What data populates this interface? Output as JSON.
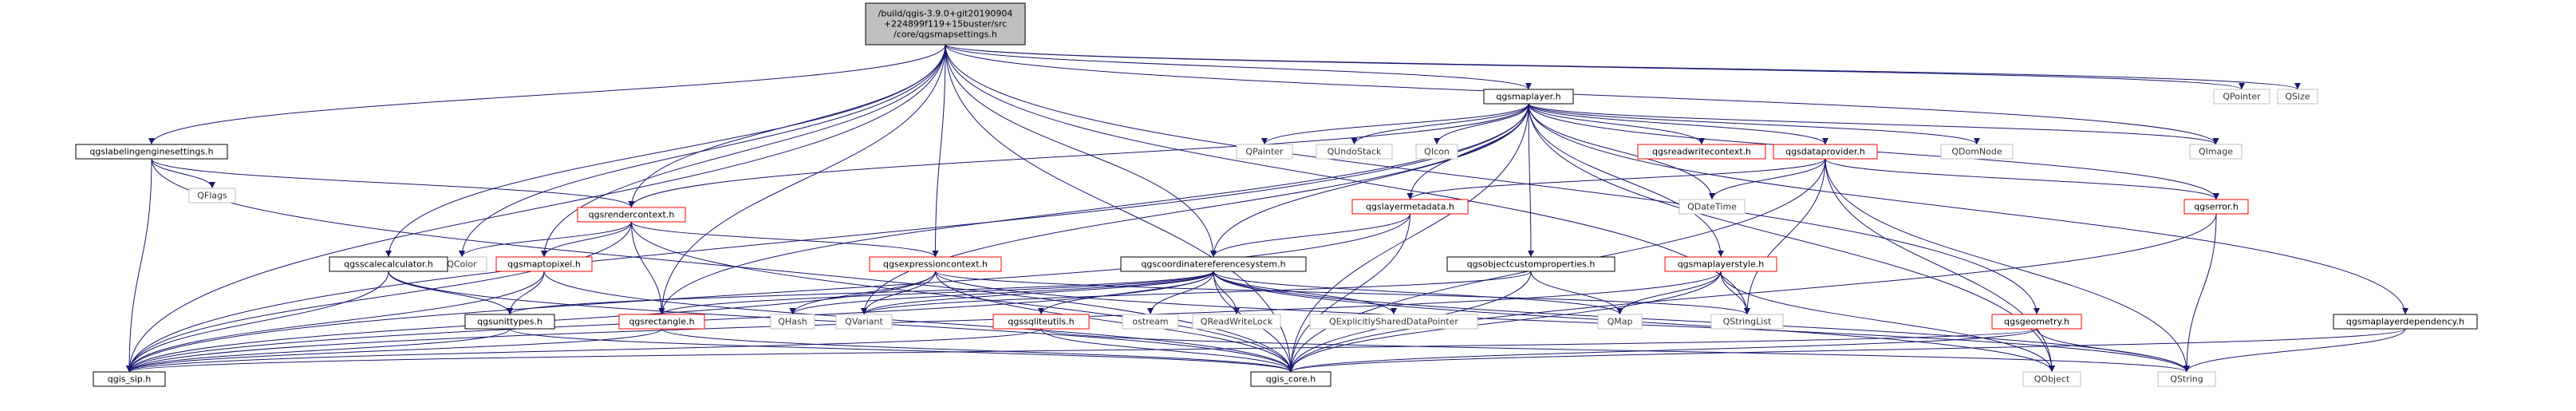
{
  "colors": {
    "edge": "#191970",
    "root_fill": "#bfbfbf",
    "root_stroke": "#000000",
    "node_fill": "#ffffff",
    "documented_stroke": "#000000",
    "truncated_stroke": "#ff0000",
    "external_stroke": "#bfbfbf",
    "external_text": "#333333",
    "text": "#000000"
  },
  "nodes": [
    {
      "id": "root",
      "kind": "root",
      "lines": [
        "/build/qgis-3.9.0+git20190904",
        "+224899f119+15buster/src",
        "/core/qgsmapsettings.h"
      ]
    },
    {
      "id": "qgsmaplayer",
      "kind": "documented",
      "lines": [
        "qgsmaplayer.h"
      ]
    },
    {
      "id": "qpointer",
      "kind": "external",
      "lines": [
        "QPointer"
      ]
    },
    {
      "id": "qsize",
      "kind": "external",
      "lines": [
        "QSize"
      ]
    },
    {
      "id": "qgslabelingenginesettings",
      "kind": "documented",
      "lines": [
        "qgslabelingenginesettings.h"
      ]
    },
    {
      "id": "qflags",
      "kind": "external",
      "lines": [
        "QFlags"
      ]
    },
    {
      "id": "qgsrendercontext",
      "kind": "truncated",
      "lines": [
        "qgsrendercontext.h"
      ]
    },
    {
      "id": "qpainter",
      "kind": "external",
      "lines": [
        "QPainter"
      ]
    },
    {
      "id": "qundostack",
      "kind": "external",
      "lines": [
        "QUndoStack"
      ]
    },
    {
      "id": "qicon",
      "kind": "external",
      "lines": [
        "QIcon"
      ]
    },
    {
      "id": "qgsreadwritecontext",
      "kind": "truncated",
      "lines": [
        "qgsreadwritecontext.h"
      ]
    },
    {
      "id": "qgsdataprovider",
      "kind": "truncated",
      "lines": [
        "qgsdataprovider.h"
      ]
    },
    {
      "id": "qdomnode",
      "kind": "external",
      "lines": [
        "QDomNode"
      ]
    },
    {
      "id": "qimage",
      "kind": "external",
      "lines": [
        "QImage"
      ]
    },
    {
      "id": "qgslayermetadata",
      "kind": "truncated",
      "lines": [
        "qgslayermetadata.h"
      ]
    },
    {
      "id": "qdatetime",
      "kind": "external",
      "lines": [
        "QDateTime"
      ]
    },
    {
      "id": "qgserror",
      "kind": "truncated",
      "lines": [
        "qgserror.h"
      ]
    },
    {
      "id": "qcolor",
      "kind": "external",
      "lines": [
        "QColor"
      ]
    },
    {
      "id": "qgsscalecalculator",
      "kind": "documented",
      "lines": [
        "qgsscalecalculator.h"
      ]
    },
    {
      "id": "qgsmaptopixel",
      "kind": "truncated",
      "lines": [
        "qgsmaptopixel.h"
      ]
    },
    {
      "id": "qgsexpressioncontext",
      "kind": "truncated",
      "lines": [
        "qgsexpressioncontext.h"
      ]
    },
    {
      "id": "qgscoordinatereferencesystem",
      "kind": "documented",
      "lines": [
        "qgscoordinatereferencesystem.h"
      ]
    },
    {
      "id": "qgsobjectcustomproperties",
      "kind": "documented",
      "lines": [
        "qgsobjectcustomproperties.h"
      ]
    },
    {
      "id": "qgsmaplayerstyle",
      "kind": "truncated",
      "lines": [
        "qgsmaplayerstyle.h"
      ]
    },
    {
      "id": "qgsunittypes",
      "kind": "documented",
      "lines": [
        "qgsunittypes.h"
      ]
    },
    {
      "id": "qgsrectangle",
      "kind": "truncated",
      "lines": [
        "qgsrectangle.h"
      ]
    },
    {
      "id": "qhash",
      "kind": "external",
      "lines": [
        "QHash"
      ]
    },
    {
      "id": "qvariant",
      "kind": "external",
      "lines": [
        "QVariant"
      ]
    },
    {
      "id": "qgssqliteutils",
      "kind": "truncated",
      "lines": [
        "qgssqliteutils.h"
      ]
    },
    {
      "id": "ostream",
      "kind": "external",
      "lines": [
        "ostream"
      ]
    },
    {
      "id": "qreadwritelock",
      "kind": "external",
      "lines": [
        "QReadWriteLock"
      ]
    },
    {
      "id": "qexplicitlyshareddatapointer",
      "kind": "external",
      "lines": [
        "QExplicitlySharedDataPointer"
      ]
    },
    {
      "id": "qmap",
      "kind": "external",
      "lines": [
        "QMap"
      ]
    },
    {
      "id": "qstringlist",
      "kind": "external",
      "lines": [
        "QStringList"
      ]
    },
    {
      "id": "qgsgeometry",
      "kind": "truncated",
      "lines": [
        "qgsgeometry.h"
      ]
    },
    {
      "id": "qgsmaplayerdependency",
      "kind": "documented",
      "lines": [
        "qgsmaplayerdependency.h"
      ]
    },
    {
      "id": "qgis_sip",
      "kind": "documented",
      "lines": [
        "qgis_sip.h"
      ]
    },
    {
      "id": "qgis_core",
      "kind": "documented",
      "lines": [
        "qgis_core.h"
      ]
    },
    {
      "id": "qobject",
      "kind": "external",
      "lines": [
        "QObject"
      ]
    },
    {
      "id": "qstring",
      "kind": "external",
      "lines": [
        "QString"
      ]
    }
  ],
  "edges": [
    [
      "root",
      "qgsmaplayer"
    ],
    [
      "root",
      "qpointer"
    ],
    [
      "root",
      "qsize"
    ],
    [
      "root",
      "qgslabelingenginesettings"
    ],
    [
      "root",
      "qgsrendercontext"
    ],
    [
      "root",
      "qcolor"
    ],
    [
      "root",
      "qgsscalecalculator"
    ],
    [
      "root",
      "qgsmaptopixel"
    ],
    [
      "root",
      "qgsexpressioncontext"
    ],
    [
      "root",
      "qgscoordinatereferencesystem"
    ],
    [
      "root",
      "qgsrectangle"
    ],
    [
      "root",
      "qgis_sip"
    ],
    [
      "root",
      "qgis_core"
    ],
    [
      "root",
      "qimage"
    ],
    [
      "root",
      "qgsgeometry"
    ],
    [
      "root",
      "qstringlist"
    ],
    [
      "qgsmaplayer",
      "qpainter"
    ],
    [
      "qgsmaplayer",
      "qundostack"
    ],
    [
      "qgsmaplayer",
      "qicon"
    ],
    [
      "qgsmaplayer",
      "qgsreadwritecontext"
    ],
    [
      "qgsmaplayer",
      "qgsdataprovider"
    ],
    [
      "qgsmaplayer",
      "qdomnode"
    ],
    [
      "qgsmaplayer",
      "qimage"
    ],
    [
      "qgsmaplayer",
      "qgslayermetadata"
    ],
    [
      "qgsmaplayer",
      "qdatetime"
    ],
    [
      "qgsmaplayer",
      "qgserror"
    ],
    [
      "qgsmaplayer",
      "qgsrendercontext"
    ],
    [
      "qgsmaplayer",
      "qgscoordinatereferencesystem"
    ],
    [
      "qgsmaplayer",
      "qgsobjectcustomproperties"
    ],
    [
      "qgsmaplayer",
      "qgsmaplayerstyle"
    ],
    [
      "qgsmaplayer",
      "qgsmaplayerdependency"
    ],
    [
      "qgsmaplayer",
      "qgsrectangle"
    ],
    [
      "qgsmaplayer",
      "qvariant"
    ],
    [
      "qgsmaplayer",
      "qgis_sip"
    ],
    [
      "qgsmaplayer",
      "qgis_core"
    ],
    [
      "qgsmaplayer",
      "qobject"
    ],
    [
      "qgslabelingenginesettings",
      "qflags"
    ],
    [
      "qgslabelingenginesettings",
      "qgsrendercontext"
    ],
    [
      "qgslabelingenginesettings",
      "qgis_sip"
    ],
    [
      "qgslabelingenginesettings",
      "qgis_core"
    ],
    [
      "qgsrendercontext",
      "qcolor"
    ],
    [
      "qgsrendercontext",
      "qgsmaptopixel"
    ],
    [
      "qgsrendercontext",
      "qgsexpressioncontext"
    ],
    [
      "qgsrendercontext",
      "qgsrectangle"
    ],
    [
      "qgsrendercontext",
      "qgis_sip"
    ],
    [
      "qgsrendercontext",
      "qgis_core"
    ],
    [
      "qgsdataprovider",
      "qgslayermetadata"
    ],
    [
      "qgsdataprovider",
      "qdatetime"
    ],
    [
      "qgsdataprovider",
      "qgserror"
    ],
    [
      "qgsdataprovider",
      "qstringlist"
    ],
    [
      "qgsdataprovider",
      "qgis_core"
    ],
    [
      "qgsdataprovider",
      "qobject"
    ],
    [
      "qgsdataprovider",
      "qstring"
    ],
    [
      "qgslayermetadata",
      "qgscoordinatereferencesystem"
    ],
    [
      "qgslayermetadata",
      "qgis_core"
    ],
    [
      "qgslayermetadata",
      "qgis_sip"
    ],
    [
      "qgserror",
      "qgis_core"
    ],
    [
      "qgserror",
      "qstring"
    ],
    [
      "qgsscalecalculator",
      "qgsunittypes"
    ],
    [
      "qgsscalecalculator",
      "qgis_sip"
    ],
    [
      "qgsscalecalculator",
      "qgis_core"
    ],
    [
      "qgsmaptopixel",
      "qgsunittypes"
    ],
    [
      "qgsmaptopixel",
      "qgis_sip"
    ],
    [
      "qgsmaptopixel",
      "qgis_core"
    ],
    [
      "qgsexpressioncontext",
      "qhash"
    ],
    [
      "qgsexpressioncontext",
      "qvariant"
    ],
    [
      "qgsexpressioncontext",
      "qgis_sip"
    ],
    [
      "qgsexpressioncontext",
      "qgis_core"
    ],
    [
      "qgsexpressioncontext",
      "qstringlist"
    ],
    [
      "qgsexpressioncontext",
      "qstring"
    ],
    [
      "qgscoordinatereferencesystem",
      "qgsunittypes"
    ],
    [
      "qgscoordinatereferencesystem",
      "qgsrectangle"
    ],
    [
      "qgscoordinatereferencesystem",
      "qgssqliteutils"
    ],
    [
      "qgscoordinatereferencesystem",
      "ostream"
    ],
    [
      "qgscoordinatereferencesystem",
      "qreadwritelock"
    ],
    [
      "qgscoordinatereferencesystem",
      "qexplicitlyshareddatapointer"
    ],
    [
      "qgscoordinatereferencesystem",
      "qmap"
    ],
    [
      "qgscoordinatereferencesystem",
      "qhash"
    ],
    [
      "qgscoordinatereferencesystem",
      "qvariant"
    ],
    [
      "qgscoordinatereferencesystem",
      "qgis_sip"
    ],
    [
      "qgscoordinatereferencesystem",
      "qgis_core"
    ],
    [
      "qgscoordinatereferencesystem",
      "qobject"
    ],
    [
      "qgscoordinatereferencesystem",
      "qstring"
    ],
    [
      "qgsobjectcustomproperties",
      "qmap"
    ],
    [
      "qgsobjectcustomproperties",
      "qvariant"
    ],
    [
      "qgsobjectcustomproperties",
      "qgis_core"
    ],
    [
      "qgsmaplayerstyle",
      "qmap"
    ],
    [
      "qgsmaplayerstyle",
      "qstringlist"
    ],
    [
      "qgsmaplayerstyle",
      "qgis_core"
    ],
    [
      "qgsmaplayerstyle",
      "qgis_sip"
    ],
    [
      "qgsmaplayerstyle",
      "qobject"
    ],
    [
      "qgsunittypes",
      "qgis_sip"
    ],
    [
      "qgsunittypes",
      "qgis_core"
    ],
    [
      "qgsrectangle",
      "qgis_core"
    ],
    [
      "qgsrectangle",
      "qgis_sip"
    ],
    [
      "qgssqliteutils",
      "qgis_core"
    ],
    [
      "qgssqliteutils",
      "qgis_sip"
    ],
    [
      "qgssqliteutils",
      "qstring"
    ],
    [
      "qgsgeometry",
      "qgis_core"
    ],
    [
      "qgsgeometry",
      "qgis_sip"
    ],
    [
      "qgsgeometry",
      "qstring"
    ],
    [
      "qgsmaplayerdependency",
      "qgis_core"
    ],
    [
      "qgsmaplayerdependency",
      "qstring"
    ]
  ]
}
